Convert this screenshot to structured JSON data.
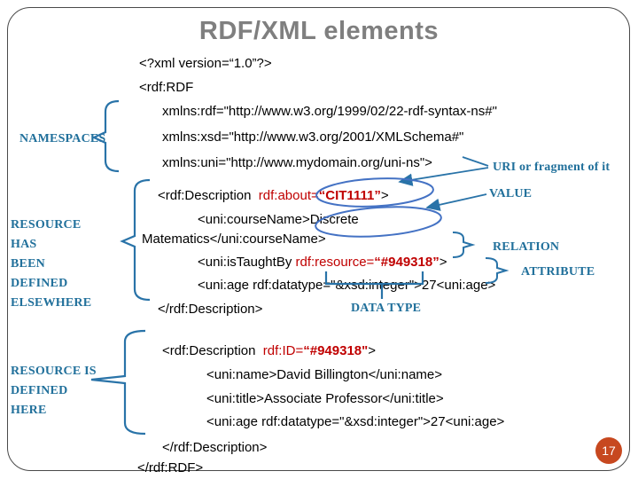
{
  "title": "RDF/XML elements",
  "page_number": "17",
  "colors": {
    "title_gray": "#7f7f7f",
    "code_black": "#000000",
    "attr_red": "#c00000",
    "label_teal": "#21709b",
    "connector_blue": "#2973a8",
    "ellipse_blue": "#4472c4",
    "badge_orange": "#c7481f"
  },
  "left_labels": {
    "namespaces": "NAMESPACES",
    "elsewhere": {
      "lines": [
        "RESOURCE",
        "HAS",
        "BEEN",
        "DEFINED",
        "ELSEWHERE"
      ]
    },
    "here": {
      "lines": [
        "RESOURCE IS",
        "DEFINED",
        "HERE"
      ]
    }
  },
  "annotations": {
    "uri": "URI or fragment of it",
    "value": "VALUE",
    "relation": "RELATION",
    "attribute": "ATTRIBUTE",
    "datatype": "DATA TYPE"
  },
  "code": {
    "lines": [
      {
        "segments": [
          {
            "t": "<?xml version=“1.0”?>"
          }
        ]
      },
      {
        "segments": [
          {
            "t": "<rdf:RDF"
          }
        ]
      },
      {
        "segments": [
          {
            "t": "xmlns:rdf=\"http://www.w3.org/1999/02/22-rdf-syntax-ns#\""
          }
        ]
      },
      {
        "segments": [
          {
            "t": "xmlns:xsd=\"http://www.w3.org/2001/XMLSchema#\""
          }
        ]
      },
      {
        "segments": [
          {
            "t": "xmlns:uni=\"http://www.mydomain.org/uni-ns\">"
          }
        ]
      },
      {
        "segments": [
          {
            "t": "<rdf:Description  "
          },
          {
            "t": "rdf:about="
          },
          {
            "t": "“CIT1111”"
          },
          {
            "t": ">"
          }
        ]
      },
      {
        "segments": [
          {
            "t": "<uni:courseName>Discrete"
          }
        ]
      },
      {
        "segments": [
          {
            "t": "Matematics</uni:courseName>"
          }
        ]
      },
      {
        "segments": [
          {
            "t": "<uni:isTaughtBy "
          },
          {
            "t": "rdf:resource="
          },
          {
            "t": "“#949318”"
          },
          {
            "t": ">"
          }
        ]
      },
      {
        "segments": [
          {
            "t": "<uni:age rdf:datatype=\"&xsd:integer\">27<uni:age>"
          }
        ]
      },
      {
        "segments": [
          {
            "t": "</rdf:Description>"
          }
        ]
      },
      {
        "segments": [
          {
            "t": "<rdf:Description  "
          },
          {
            "t": "rdf:ID="
          },
          {
            "t": "“#949318\""
          },
          {
            "t": ">"
          }
        ]
      },
      {
        "segments": [
          {
            "t": "<uni:name>David Billington</uni:name>"
          }
        ]
      },
      {
        "segments": [
          {
            "t": "<uni:title>Associate Professor</uni:title>"
          }
        ]
      },
      {
        "segments": [
          {
            "t": "<uni:age rdf:datatype=\"&xsd:integer\">27<uni:age>"
          }
        ]
      },
      {
        "segments": [
          {
            "t": "</rdf:Description>"
          }
        ]
      },
      {
        "segments": [
          {
            "t": "</rdf:RDF>"
          }
        ]
      }
    ]
  }
}
